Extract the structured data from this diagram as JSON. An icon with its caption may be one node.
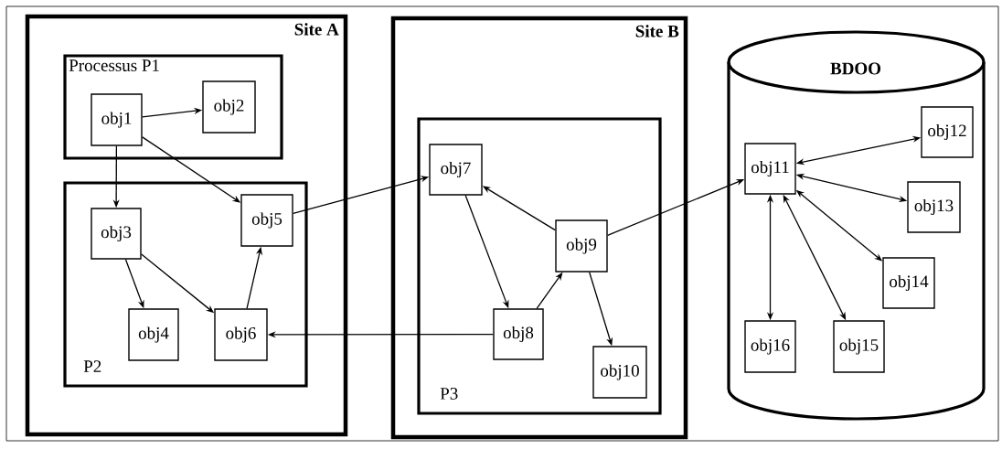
{
  "diagram": {
    "nodes": [
      {
        "text": [
          "Site A"
        ]
      },
      {
        "text": [
          "Processus P1"
        ],
        "in": 0
      },
      {
        "text": [
          "obj1"
        ],
        "in": 1
      },
      {
        "text": [
          "obj2"
        ],
        "in": 1
      },
      {
        "text": [
          "P2"
        ],
        "in": 0
      },
      {
        "text": [
          "obj3"
        ],
        "in": 4
      },
      {
        "text": [
          "obj4"
        ],
        "in": 4
      },
      {
        "text": [
          "obj5"
        ],
        "in": 4
      },
      {
        "text": [
          "obj6"
        ],
        "in": 4
      },
      {
        "text": [
          "Site B"
        ]
      },
      {
        "text": [
          "P3"
        ],
        "in": 9
      },
      {
        "text": [
          "obj7"
        ],
        "in": 10
      },
      {
        "text": [
          "obj8"
        ],
        "in": 10
      },
      {
        "text": [
          "obj9"
        ],
        "in": 10
      },
      {
        "text": [
          "obj10"
        ],
        "in": 10
      },
      {
        "text": [
          "BDOO"
        ]
      },
      {
        "text": [
          "obj11"
        ],
        "in": 15
      },
      {
        "text": [
          "obj12"
        ],
        "in": 15
      },
      {
        "text": [
          "obj13"
        ],
        "in": 15
      },
      {
        "text": [
          "obj14"
        ],
        "in": 15
      },
      {
        "text": [
          "obj15"
        ],
        "in": 15
      },
      {
        "text": [
          "obj16"
        ],
        "in": 15
      }
    ],
    "edges": [
      {
        "from": 2,
        "to": 3,
        "arrow": "to"
      },
      {
        "from": 2,
        "to": 5,
        "arrow": "to"
      },
      {
        "from": 2,
        "to": 7,
        "arrow": "to"
      },
      {
        "from": 5,
        "to": 6,
        "arrow": "to"
      },
      {
        "from": 5,
        "to": 8,
        "arrow": "to"
      },
      {
        "from": 8,
        "to": 7,
        "arrow": "to"
      },
      {
        "from": 7,
        "to": 11,
        "arrow": "to"
      },
      {
        "from": 13,
        "to": 11,
        "arrow": "to"
      },
      {
        "from": 11,
        "to": 12,
        "arrow": "to"
      },
      {
        "from": 12,
        "to": 13,
        "arrow": "to"
      },
      {
        "from": 13,
        "to": 14,
        "arrow": "to"
      },
      {
        "from": 12,
        "to": 8,
        "arrow": "to"
      },
      {
        "from": 13,
        "to": 16,
        "arrow": "to"
      },
      {
        "from": 16,
        "to": 17,
        "arrow": "both"
      },
      {
        "from": 16,
        "to": 18,
        "arrow": "both"
      },
      {
        "from": 16,
        "to": 19,
        "arrow": "both"
      },
      {
        "from": 16,
        "to": 20,
        "arrow": "both"
      },
      {
        "from": 16,
        "to": 21,
        "arrow": "both"
      }
    ]
  }
}
